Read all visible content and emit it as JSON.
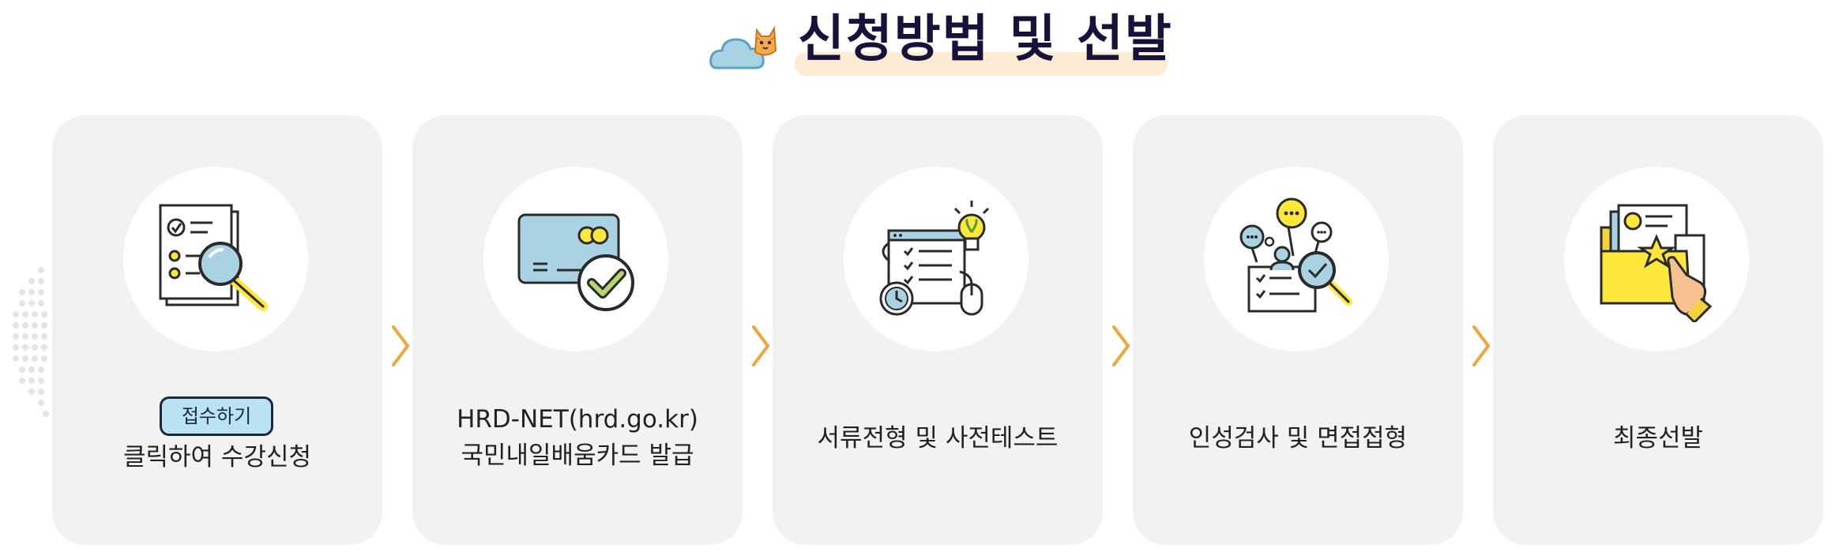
{
  "header": {
    "title": "신청방법 및 선발",
    "icon": "cloud-with-cat-icon"
  },
  "steps": [
    {
      "icon": "document-search-icon",
      "button_label": "접수하기",
      "text": "클릭하여 수강신청"
    },
    {
      "icon": "card-check-icon",
      "line1": "HRD-NET(hrd.go.kr)",
      "line2": "국민내일배움카드 발급"
    },
    {
      "icon": "document-review-icon",
      "text": "서류전형 및 사전테스트"
    },
    {
      "icon": "interview-search-icon",
      "text": "인성검사 및 면접접형"
    },
    {
      "icon": "folder-star-icon",
      "text": "최종선발"
    }
  ],
  "arrow_icon": "chevron-right-icon",
  "colors": {
    "card_bg": "#f2f2f2",
    "arrow": "#f0a63a",
    "button_bg": "#b9e2f2",
    "highlight": "#fdebd3",
    "icon_blue": "#a9d3e3",
    "icon_yellow": "#fde73a"
  }
}
